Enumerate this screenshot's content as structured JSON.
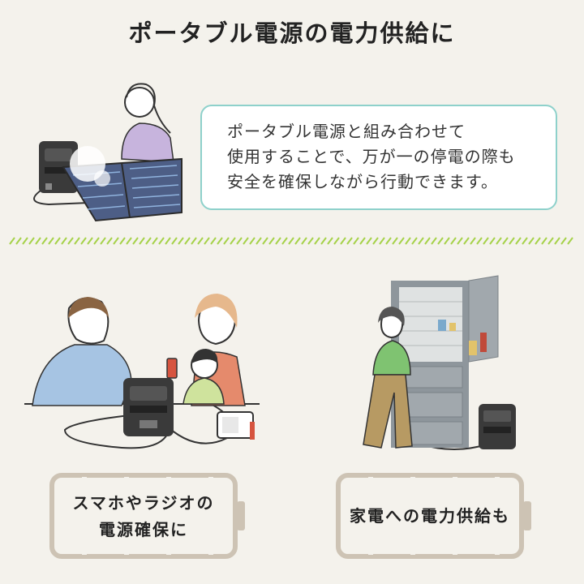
{
  "title": "ポータブル電源の電力供給に",
  "intro": {
    "lines": [
      "ポータブル電源と組み合わせて",
      "使用することで、万が一の停電の際も",
      "安全を確保しながら行動できます。"
    ]
  },
  "cards": [
    {
      "lines": [
        "スマホやラジオの",
        "電源確保に"
      ]
    },
    {
      "lines": [
        "家電への電力供給も"
      ]
    }
  ],
  "colors": {
    "background": "#f4f2ec",
    "bubble_border": "#8ed1cb",
    "divider": "#a6d24a",
    "battery_frame": "#cdc3b4"
  }
}
